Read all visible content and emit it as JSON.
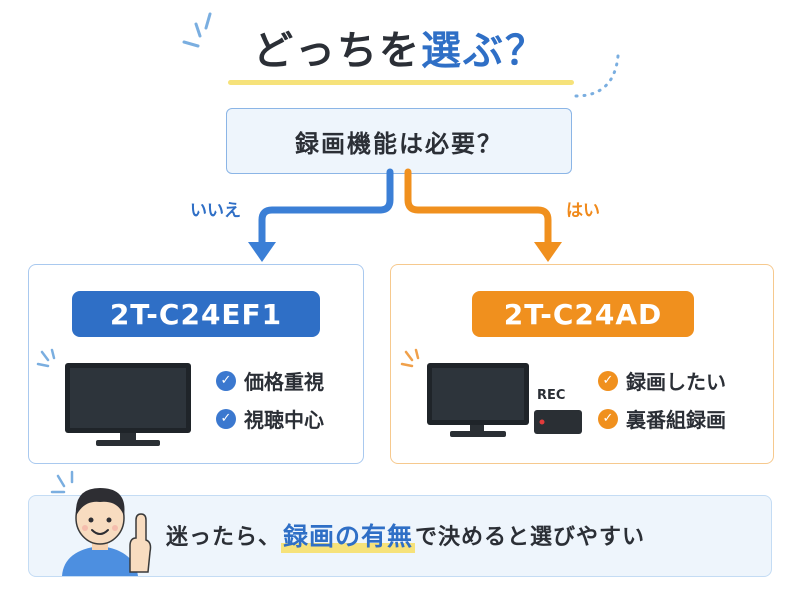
{
  "title": {
    "prefix": "どっちを",
    "accent": "選ぶ？"
  },
  "question": "録画機能は必要？",
  "branches": {
    "no": "いいえ",
    "yes": "はい"
  },
  "left_card": {
    "model": "2T-C24EF1",
    "features": [
      "価格重視",
      "視聴中心"
    ]
  },
  "right_card": {
    "model": "2T-C24AD",
    "features": [
      "録画したい",
      "裏番組録画"
    ],
    "recorder_label": "REC"
  },
  "banner": {
    "part1": "迷ったら、",
    "highlight": "録画の有無",
    "part2": "で決めると選びやすい"
  },
  "colors": {
    "accent_blue": "#2f6fc6",
    "accent_orange": "#f0901e",
    "highlight_yellow": "#f6e27a"
  }
}
